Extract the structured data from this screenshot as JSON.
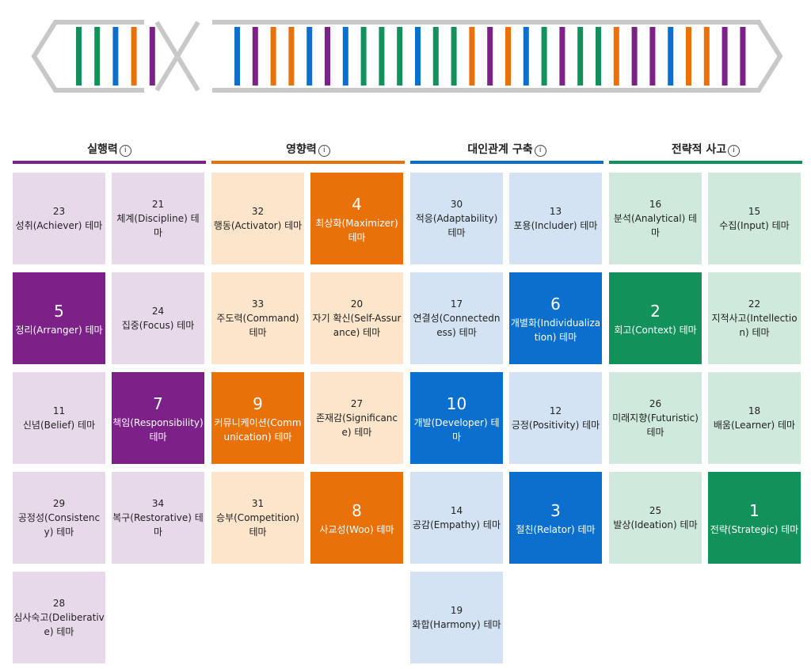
{
  "colors": {
    "purple": "#7b2188",
    "purple_light": "#e8d9ea",
    "orange": "#e8710a",
    "orange_light": "#fde5cc",
    "blue": "#0b6fcd",
    "blue_light": "#d3e3f3",
    "green": "#13915a",
    "green_light": "#cfeadc",
    "dna_frame": "#c8c8c8"
  },
  "dna_left": [
    "green",
    "green",
    "blue",
    "orange",
    "purple"
  ],
  "dna_right": [
    "blue",
    "purple",
    "orange",
    "orange",
    "blue",
    "purple",
    "blue",
    "green",
    "green",
    "green",
    "blue",
    "green",
    "green",
    "orange",
    "purple",
    "orange",
    "blue",
    "green",
    "purple",
    "green",
    "green",
    "orange",
    "purple",
    "purple",
    "blue",
    "orange",
    "orange",
    "purple",
    "purple"
  ],
  "columns": [
    {
      "title": "실행력",
      "color": "purple",
      "cards": [
        {
          "rank": "23",
          "label": "성취(Achiever) 테마",
          "top": false
        },
        {
          "rank": "21",
          "label": "체계(Discipline) 테마",
          "top": false
        },
        {
          "rank": "5",
          "label": "정리(Arranger) 테마",
          "top": true
        },
        {
          "rank": "24",
          "label": "집중(Focus) 테마",
          "top": false
        },
        {
          "rank": "11",
          "label": "신념(Belief) 테마",
          "top": false
        },
        {
          "rank": "7",
          "label": "책임(Responsibility) 테마",
          "top": true
        },
        {
          "rank": "29",
          "label": "공정성(Consistency) 테마",
          "top": false
        },
        {
          "rank": "34",
          "label": "복구(Restorative) 테마",
          "top": false
        },
        {
          "rank": "28",
          "label": "심사숙고(Deliberative) 테마",
          "top": false
        }
      ]
    },
    {
      "title": "영향력",
      "color": "orange",
      "cards": [
        {
          "rank": "32",
          "label": "행동(Activator) 테마",
          "top": false
        },
        {
          "rank": "4",
          "label": "최상화(Maximizer) 테마",
          "top": true
        },
        {
          "rank": "33",
          "label": "주도력(Command) 테마",
          "top": false
        },
        {
          "rank": "20",
          "label": "자기 확신(Self-Assurance) 테마",
          "top": false
        },
        {
          "rank": "9",
          "label": "커뮤니케이션(Communication) 테마",
          "top": true
        },
        {
          "rank": "27",
          "label": "존재감(Significance) 테마",
          "top": false
        },
        {
          "rank": "31",
          "label": "승부(Competition) 테마",
          "top": false
        },
        {
          "rank": "8",
          "label": "사교성(Woo) 테마",
          "top": true
        }
      ]
    },
    {
      "title": "대인관계 구축",
      "color": "blue",
      "cards": [
        {
          "rank": "30",
          "label": "적응(Adaptability) 테마",
          "top": false
        },
        {
          "rank": "13",
          "label": "포용(Includer) 테마",
          "top": false
        },
        {
          "rank": "17",
          "label": "연결성(Connectedness) 테마",
          "top": false
        },
        {
          "rank": "6",
          "label": "개별화(Individualization) 테마",
          "top": true
        },
        {
          "rank": "10",
          "label": "개발(Developer) 테마",
          "top": true
        },
        {
          "rank": "12",
          "label": "긍정(Positivity) 테마",
          "top": false
        },
        {
          "rank": "14",
          "label": "공감(Empathy) 테마",
          "top": false
        },
        {
          "rank": "3",
          "label": "절친(Relator) 테마",
          "top": true
        },
        {
          "rank": "19",
          "label": "화합(Harmony) 테마",
          "top": false
        }
      ]
    },
    {
      "title": "전략적 사고",
      "color": "green",
      "cards": [
        {
          "rank": "16",
          "label": "분석(Analytical) 테마",
          "top": false
        },
        {
          "rank": "15",
          "label": "수집(Input) 테마",
          "top": false
        },
        {
          "rank": "2",
          "label": "회고(Context) 테마",
          "top": true
        },
        {
          "rank": "22",
          "label": "지적사고(Intellection) 테마",
          "top": false
        },
        {
          "rank": "26",
          "label": "미래지향(Futuristic) 테마",
          "top": false
        },
        {
          "rank": "18",
          "label": "배움(Learner) 테마",
          "top": false
        },
        {
          "rank": "25",
          "label": "발상(Ideation) 테마",
          "top": false
        },
        {
          "rank": "1",
          "label": "전략(Strategic) 테마",
          "top": true
        }
      ]
    }
  ],
  "info_glyph": "i"
}
